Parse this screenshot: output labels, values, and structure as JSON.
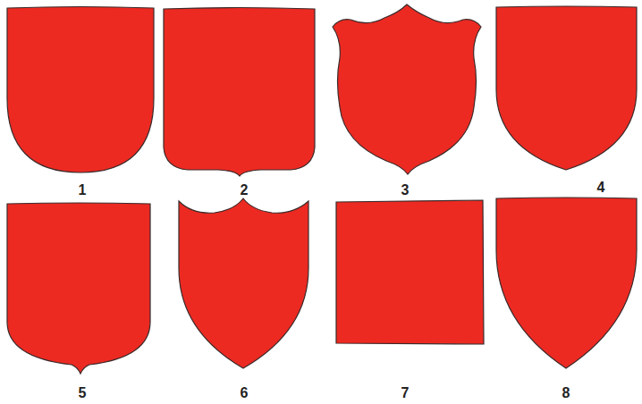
{
  "diagram": {
    "labels": [
      "1",
      "2",
      "3",
      "4",
      "5",
      "6",
      "7",
      "8"
    ]
  }
}
